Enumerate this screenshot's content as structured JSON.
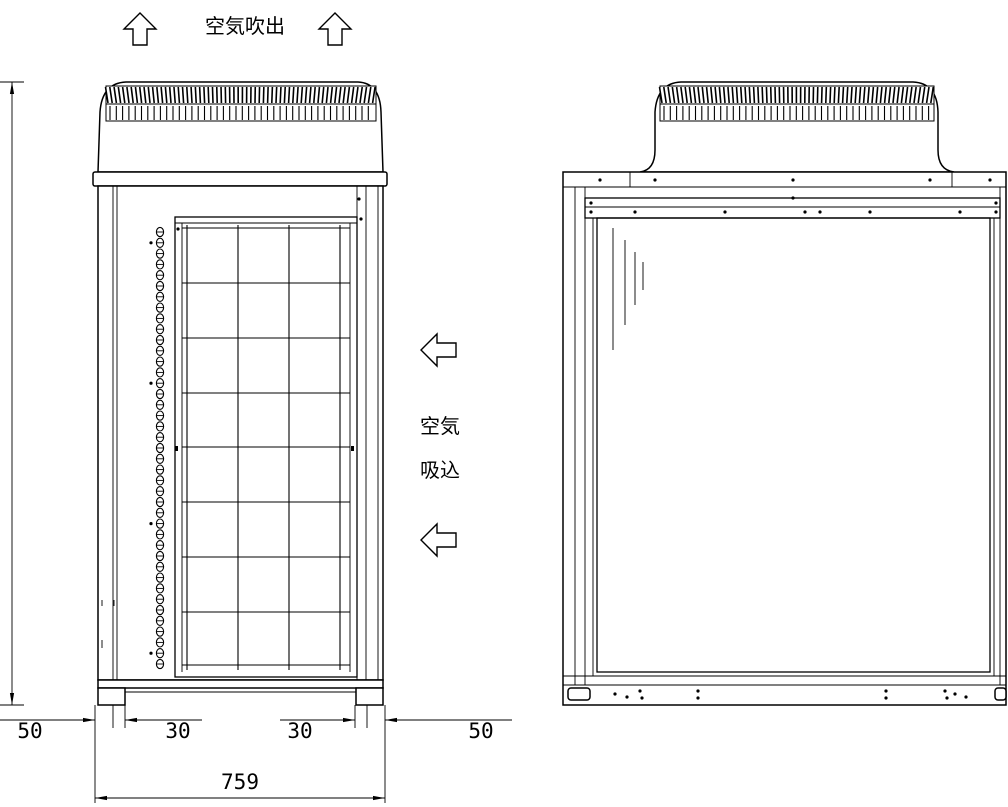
{
  "labels": {
    "air_outlet": "空気吹出",
    "air_intake_line1": "空気",
    "air_intake_line2": "吸込"
  },
  "dimensions": {
    "left_margin": "50",
    "left_inset": "30",
    "right_inset": "30",
    "right_margin": "50",
    "total_width": "759"
  }
}
